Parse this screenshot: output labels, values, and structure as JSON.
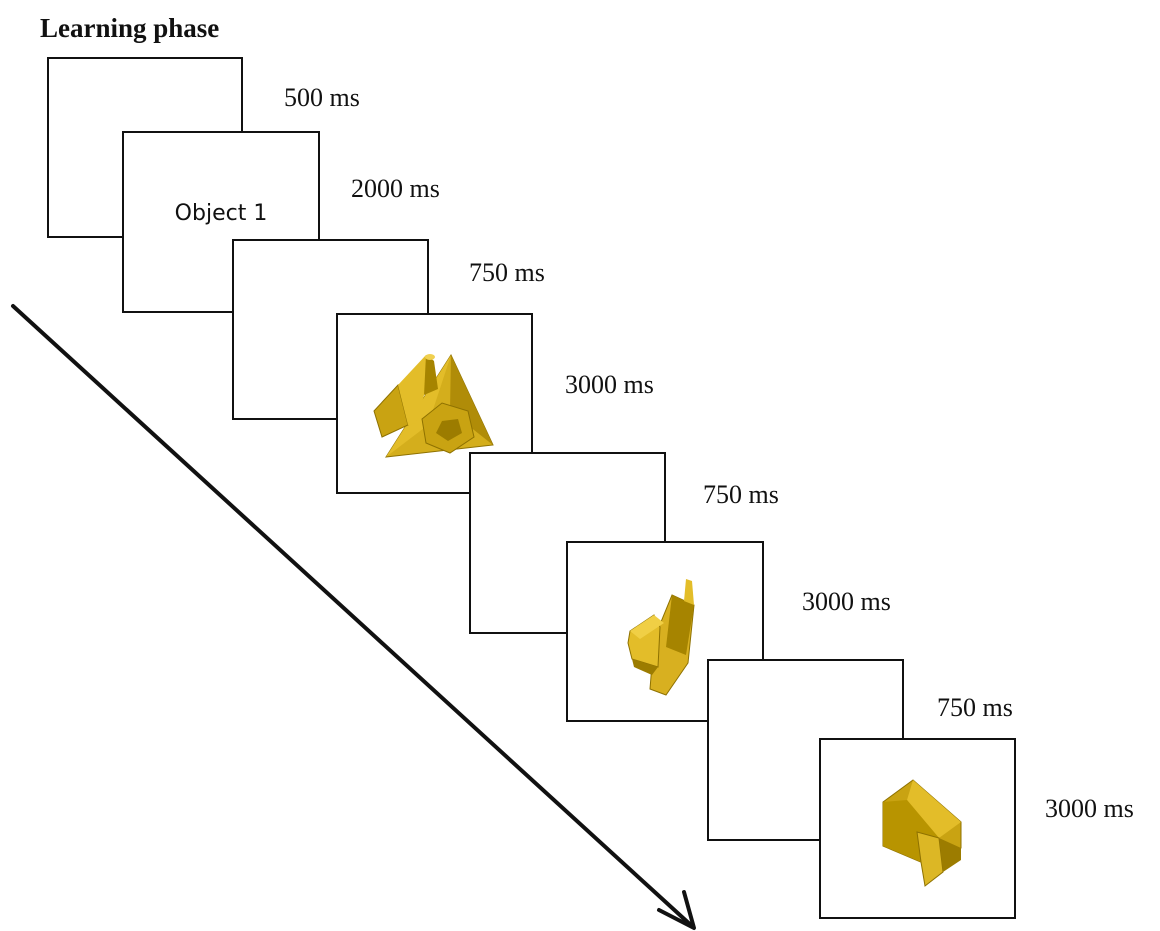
{
  "title": "Learning phase",
  "frames": [
    {
      "label": "",
      "duration": "500 ms",
      "stimulus": "blank"
    },
    {
      "label": "Object 1",
      "duration": "2000 ms",
      "stimulus": "text-cue"
    },
    {
      "label": "",
      "duration": "750 ms",
      "stimulus": "blank"
    },
    {
      "label": "",
      "duration": "3000 ms",
      "stimulus": "object-view-1"
    },
    {
      "label": "",
      "duration": "750 ms",
      "stimulus": "blank"
    },
    {
      "label": "",
      "duration": "3000 ms",
      "stimulus": "object-view-2"
    },
    {
      "label": "",
      "duration": "750 ms",
      "stimulus": "blank"
    },
    {
      "label": "",
      "duration": "3000 ms",
      "stimulus": "object-view-3"
    }
  ],
  "colors": {
    "object_light": "#e3bd29",
    "object_mid": "#c9a312",
    "object_dark": "#8e7100",
    "stroke": "#111111"
  },
  "icons": {
    "time_arrow": "time-arrow-icon",
    "object": "3d-object-icon"
  }
}
